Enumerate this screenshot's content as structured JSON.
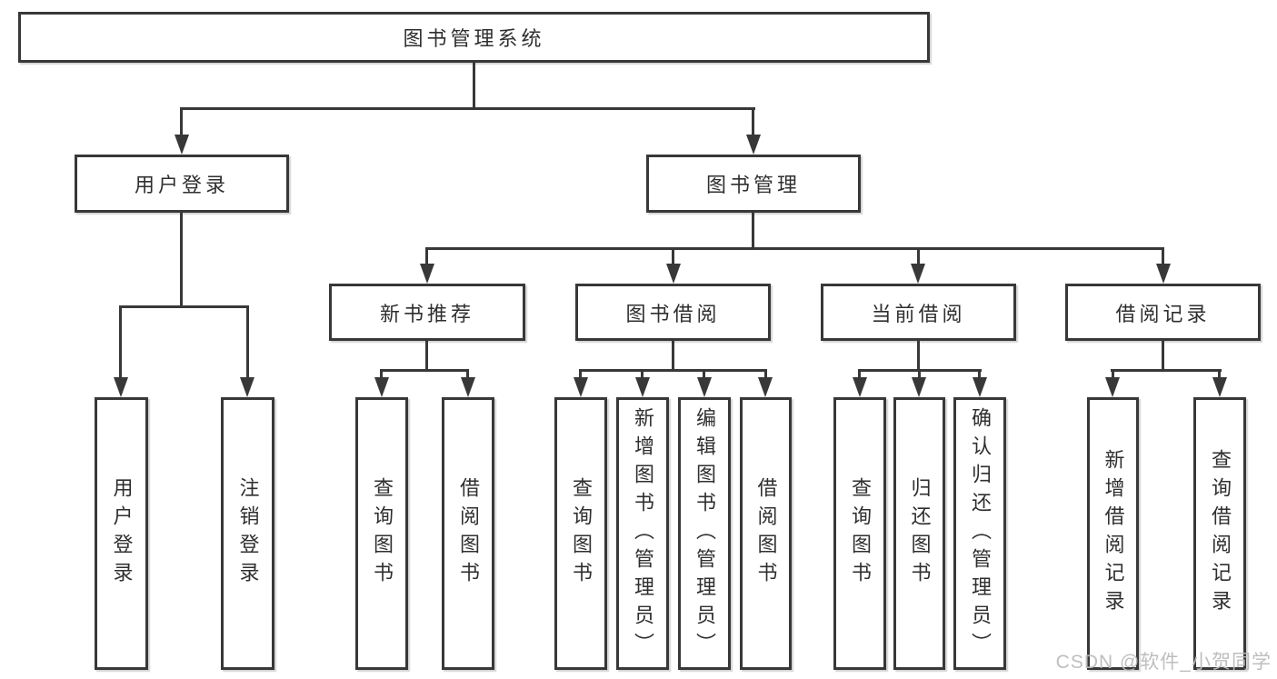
{
  "diagram": {
    "title": "图书管理系统",
    "level2": {
      "user_login": "用户登录",
      "book_mgmt": "图书管理"
    },
    "level3": {
      "new_book_rec": "新书推荐",
      "book_borrow": "图书借阅",
      "current_borrow": "当前借阅",
      "borrow_records": "借阅记录"
    },
    "leaves": {
      "user_login": "用户登录",
      "logout": "注销登录",
      "nbr_query": "查询图书",
      "nbr_borrow": "借阅图书",
      "bb_query": "查询图书",
      "bb_add": "新增图书（管理员）",
      "bb_edit": "编辑图书（管理员）",
      "bb_borrow": "借阅图书",
      "cb_query": "查询图书",
      "cb_return": "归还图书",
      "cb_confirm": "确认归还（管理员）",
      "br_add": "新增借阅记录",
      "br_query": "查询借阅记录"
    },
    "watermark": "CSDN @软件_小贺同学",
    "colors": {
      "line": "#383838",
      "text": "#2f2f2f",
      "watermark": "#bababa",
      "background": "#ffffff"
    }
  }
}
